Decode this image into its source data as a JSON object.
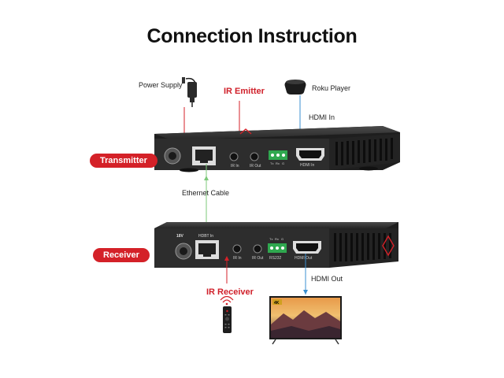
{
  "title": "Connection Instruction",
  "labels": {
    "power_supply": "Power Supply",
    "ir_emitter": "IR Emitter",
    "roku_player": "Roku Player",
    "hdmi_in": "HDMI In",
    "ethernet_cable": "Ethernet Cable",
    "hdmi_out": "HDMI Out",
    "ir_receiver": "IR Receiver"
  },
  "badges": {
    "transmitter": "Transmitter",
    "receiver": "Receiver"
  },
  "ports": {
    "ir_in": "IR In",
    "ir_out": "IR Out",
    "hdmi_in_port": "HDMI In",
    "hdmi_out_port": "HDMI Out",
    "rs232": "RS232",
    "hdbt_in": "HDBT In",
    "voltage": "18V",
    "tx": "Tx",
    "rx": "Rx",
    "g": "G"
  },
  "tv_badge": "4K",
  "colors": {
    "accent_red": "#d42128",
    "wire_blue": "#3a8fd0",
    "wire_green": "#7dc87a",
    "device_dark": "#2d2d2d",
    "terminal_green": "#2fa84f"
  }
}
